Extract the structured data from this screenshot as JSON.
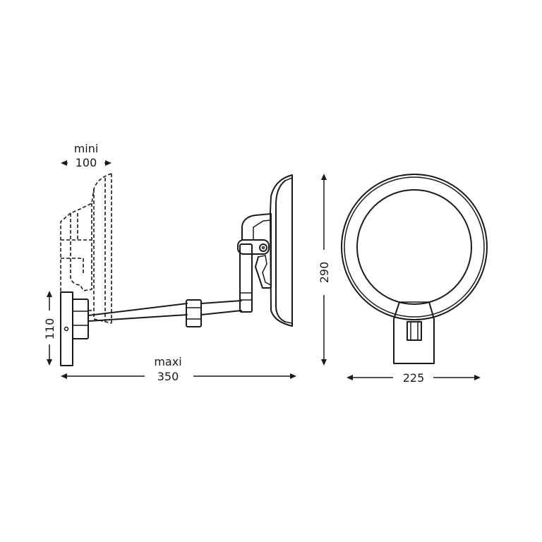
{
  "dimensions": {
    "mini_label": "mini",
    "mini_value": "100",
    "maxi_label": "maxi",
    "maxi_value": "350",
    "mount_height_value": "110",
    "height_value": "290",
    "width_value": "225"
  },
  "colors": {
    "line": "#1a1a1a",
    "background": "#ffffff"
  }
}
